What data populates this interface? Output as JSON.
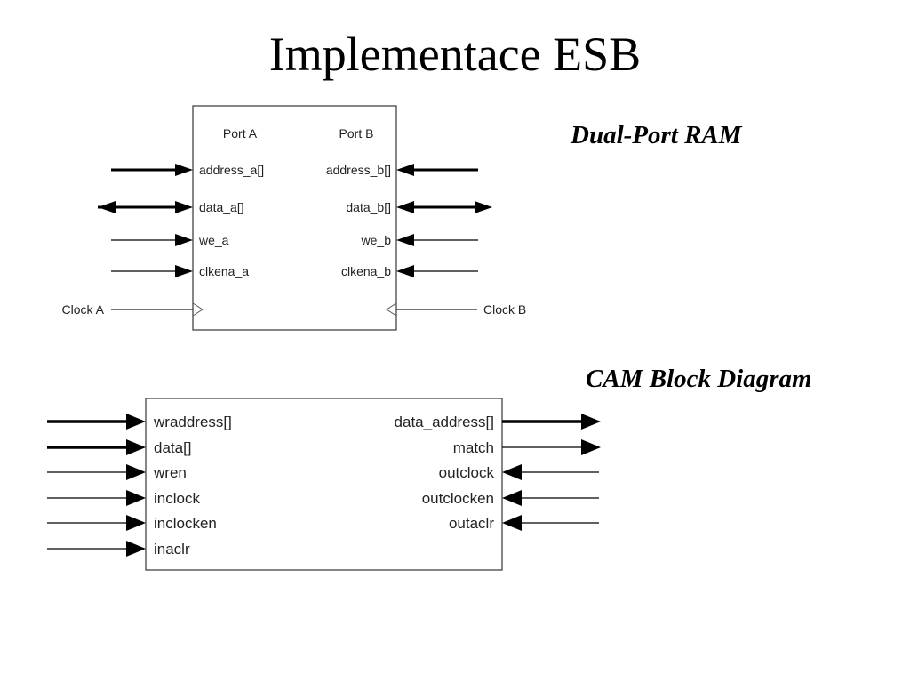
{
  "slide": {
    "title": "Implementace ESB"
  },
  "dual_port_ram": {
    "caption": "Dual-Port RAM",
    "port_a_header": "Port A",
    "port_b_header": "Port B",
    "port_a_signals": [
      {
        "name": "address_a[]",
        "direction": "in",
        "bus": true
      },
      {
        "name": "data_a[]",
        "direction": "bidirectional",
        "bus": true
      },
      {
        "name": "we_a",
        "direction": "in",
        "bus": false
      },
      {
        "name": "clkena_a",
        "direction": "in",
        "bus": false
      }
    ],
    "port_b_signals": [
      {
        "name": "address_b[]",
        "direction": "in",
        "bus": true
      },
      {
        "name": "data_b[]",
        "direction": "bidirectional",
        "bus": true
      },
      {
        "name": "we_b",
        "direction": "in",
        "bus": false
      },
      {
        "name": "clkena_b",
        "direction": "in",
        "bus": false
      }
    ],
    "clock_a": "Clock A",
    "clock_b": "Clock B"
  },
  "cam": {
    "caption": "CAM Block Diagram",
    "inputs": [
      {
        "name": "wraddress[]",
        "bus": true
      },
      {
        "name": "data[]",
        "bus": true
      },
      {
        "name": "wren",
        "bus": false
      },
      {
        "name": "inclock",
        "bus": false
      },
      {
        "name": "inclocken",
        "bus": false
      },
      {
        "name": "inaclr",
        "bus": false
      }
    ],
    "right_signals": [
      {
        "name": "data_address[]",
        "direction": "out",
        "bus": true
      },
      {
        "name": "match",
        "direction": "out",
        "bus": false
      },
      {
        "name": "outclock",
        "direction": "in",
        "bus": false
      },
      {
        "name": "outclocken",
        "direction": "in",
        "bus": false
      },
      {
        "name": "outaclr",
        "direction": "in",
        "bus": false
      }
    ]
  }
}
